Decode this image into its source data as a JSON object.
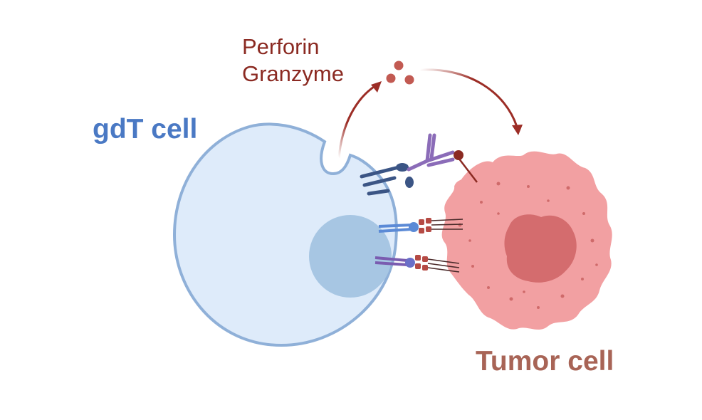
{
  "labels": {
    "perforin": "Perforin",
    "granzyme": "Granzyme",
    "gdt_cell": "gdT cell",
    "tumor_cell": "Tumor cell"
  },
  "colors": {
    "gdt_label": "#4a79c4",
    "tumor_label": "#a86456",
    "perforin_label": "#8b2a22",
    "gdt_membrane": "#8fb0d8",
    "gdt_cytoplasm": "#deebfa",
    "gdt_nucleus": "#a7c6e3",
    "tumor_body": "#f2a0a2",
    "tumor_nucleus": "#d46c6e",
    "granule": "#c25a52",
    "arrow": "#9c2d26"
  }
}
